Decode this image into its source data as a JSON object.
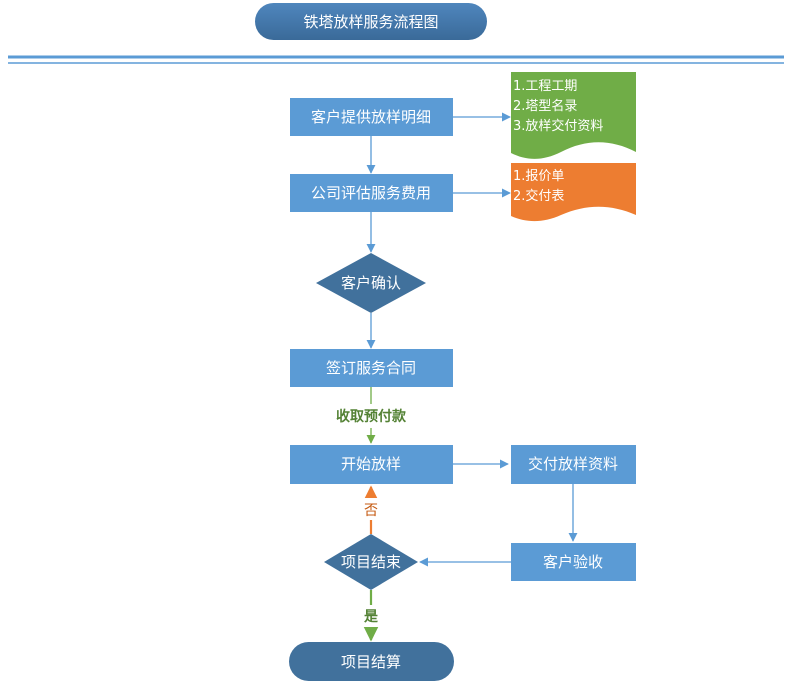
{
  "title": "铁塔放样服务流程图",
  "nodes": {
    "customer_provide": "客户提供放样明细",
    "company_assess": "公司评估服务费用",
    "customer_confirm": "客户确认",
    "sign_contract": "签订服务合同",
    "start_layout": "开始放样",
    "deliver_data": "交付放样资料",
    "customer_check": "客户验收",
    "project_end": "项目结束",
    "project_settle": "项目结算"
  },
  "docs": {
    "requirements": [
      "1.工程工期",
      "2.塔型名录",
      "3.放样交付资料"
    ],
    "quotation": [
      "1.报价单",
      "2.交付表"
    ]
  },
  "edge_labels": {
    "prepayment": "收取预付款",
    "no": "否",
    "yes": "是"
  },
  "colors": {
    "node_fill": "#5b9bd5",
    "title_fill": "#41719c",
    "green_doc": "#70ad47",
    "orange_doc": "#ed7d31",
    "blue_line": "#5b9bd5",
    "green_label": "#548235",
    "orange_label": "#c55a11"
  }
}
